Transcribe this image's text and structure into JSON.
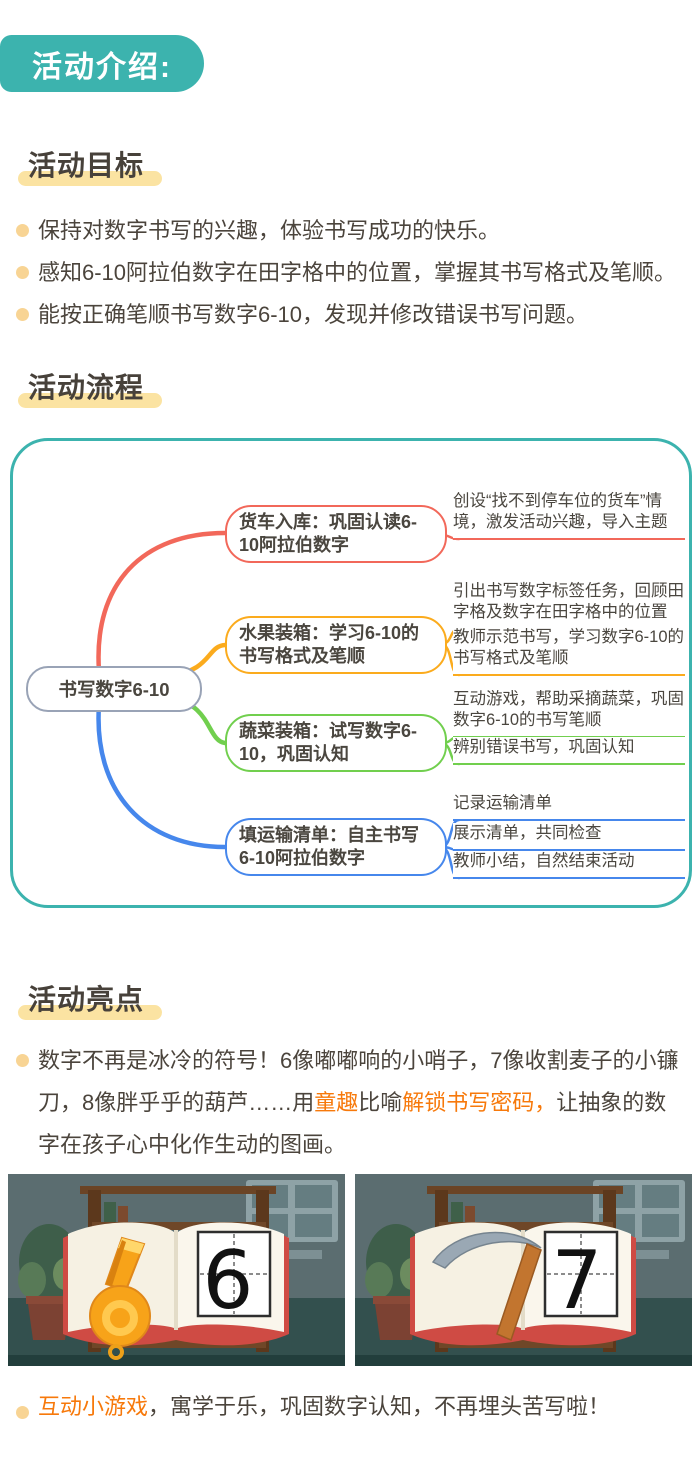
{
  "page": {
    "badge": "活动介绍:"
  },
  "colors": {
    "teal": "#3cb3ae",
    "yellow_highlight": "#fbe3a2",
    "bullet_dot": "#f8d494",
    "body_text": "#4b443c",
    "orange_text": "#f7790b",
    "branch_red": "#f2685a",
    "branch_orange": "#fbab1d",
    "branch_green": "#71cf4e",
    "branch_blue": "#4687ec",
    "root_node_border": "#99a3b6"
  },
  "goals": {
    "heading": "活动目标",
    "items": [
      "保持对数字书写的兴趣，体验书写成功的快乐。",
      "感知6-10阿拉伯数字在田字格中的位置，掌握其书写格式及笔顺。",
      "能按正确笔顺书写数字6-10，发现并修改错误书写问题。"
    ]
  },
  "flow": {
    "heading": "活动流程",
    "root": "书写数字6-10",
    "branches": [
      {
        "node": "货车入库：巩固认读6-10阿拉伯数字",
        "leaves": [
          "创设“找不到停车位的货车”情境，激发活动兴趣，导入主题"
        ]
      },
      {
        "node": "水果装箱：学习6-10的书写格式及笔顺",
        "leaves": [
          "引出书写数字标签任务，回顾田字格及数字在田字格中的位置",
          "教师示范书写，学习数字6-10的书写格式及笔顺"
        ]
      },
      {
        "node": "蔬菜装箱：试写数字6-10，巩固认知",
        "leaves": [
          "互动游戏，帮助采摘蔬菜，巩固数字6-10的书写笔顺",
          "辨别错误书写，巩固认知"
        ]
      },
      {
        "node": "填运输清单：自主书写6-10阿拉伯数字",
        "leaves": [
          "记录运输清单",
          "展示清单，共同检查",
          "教师小结，自然结束活动"
        ]
      }
    ]
  },
  "highlights": {
    "heading": "活动亮点",
    "runs": [
      {
        "text": "数字不再是冰冷的符号！6像嘟嘟响的小哨子，7像收割麦子的小镰刀，8像胖乎乎的葫芦……用",
        "orange": false
      },
      {
        "text": "童趣",
        "orange": true
      },
      {
        "text": "比喻",
        "orange": false
      },
      {
        "text": "解锁书写密码，",
        "orange": true
      },
      {
        "text": "让抽象的数字在孩子心中化作生动的图画。",
        "orange": false
      }
    ]
  },
  "images": [
    {
      "object": "whistle",
      "number": "6"
    },
    {
      "object": "sickle",
      "number": "7"
    }
  ],
  "footer": {
    "runs": [
      {
        "text": "互动小游戏",
        "orange": true
      },
      {
        "text": "，寓学于乐，巩固数字认知，不再埋头苦写啦！",
        "orange": false
      }
    ]
  }
}
